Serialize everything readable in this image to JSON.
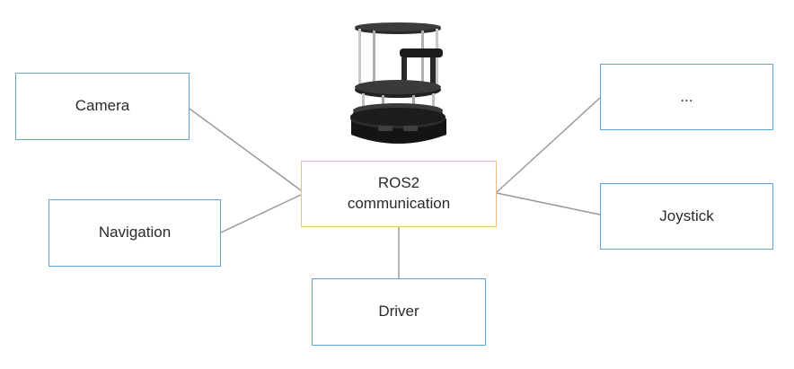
{
  "nodes": {
    "center": "ROS2\ncommunication",
    "camera": "Camera",
    "navigation": "Navigation",
    "driver": "Driver",
    "more": "...",
    "joystick": "Joystick"
  },
  "colors": {
    "node_border": "#5fa6d6",
    "center_border": "#f0c074",
    "edge": "#9a9a9a",
    "text": "#2a2a2a",
    "robot": "#1c1c1c"
  },
  "edges": [
    [
      "camera",
      "center"
    ],
    [
      "navigation",
      "center"
    ],
    [
      "driver",
      "center"
    ],
    [
      "more",
      "center"
    ],
    [
      "joystick",
      "center"
    ]
  ],
  "icons": {
    "robot": "turtlebot-robot-icon"
  }
}
